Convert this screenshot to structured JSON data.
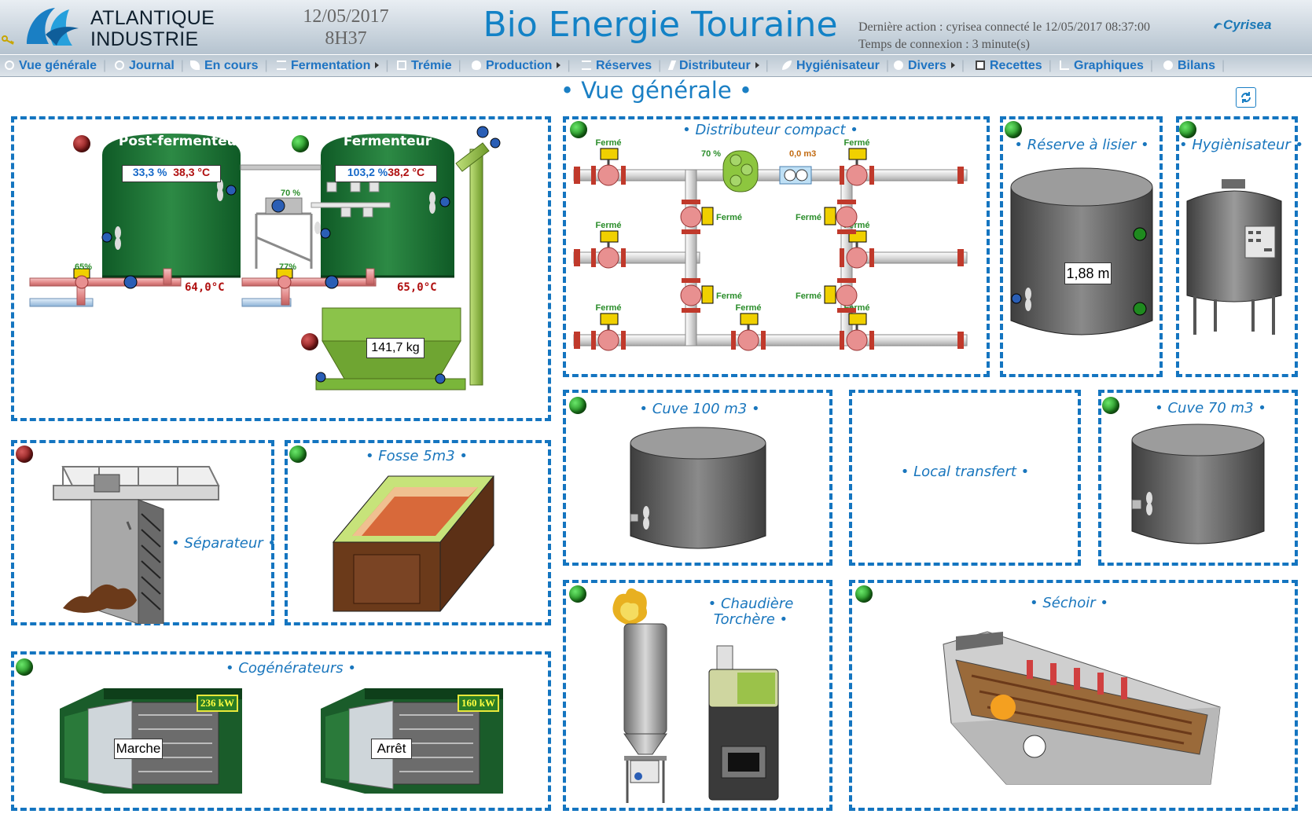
{
  "header": {
    "company_line1": "ATLANTIQUE",
    "company_line2": "INDUSTRIE",
    "date": "12/05/2017",
    "time": "8H37",
    "title": "Bio Energie Touraine",
    "last_action": "Dernière action : cyrisea connecté le 12/05/2017 08:37:00",
    "connection_time": "Temps de connexion : 3 minute(s)",
    "brand": "Cyrisea"
  },
  "nav": [
    {
      "label": "Vue générale",
      "icon": "eye-icon"
    },
    {
      "label": "Journal",
      "icon": "clock-icon"
    },
    {
      "label": "En cours",
      "icon": "leaf-icon"
    },
    {
      "label": "Fermentation",
      "icon": "waves-icon",
      "submenu": true
    },
    {
      "label": "Trémie",
      "icon": "hopper-icon"
    },
    {
      "label": "Production",
      "icon": "flame-icon",
      "submenu": true
    },
    {
      "label": "Réserves",
      "icon": "waves-icon"
    },
    {
      "label": "Distributeur",
      "icon": "bolt-icon",
      "submenu": true
    },
    {
      "label": "Hygiénisateur",
      "icon": "feather-icon"
    },
    {
      "label": "Divers",
      "icon": "globe-icon",
      "submenu": true
    },
    {
      "label": "Recettes",
      "icon": "edit-icon"
    },
    {
      "label": "Graphiques",
      "icon": "chart-icon"
    },
    {
      "label": "Bilans",
      "icon": "pie-icon"
    }
  ],
  "page_title": "• Vue générale •",
  "fermentation": {
    "post_fermenteur": {
      "label": "Post-fermenteur",
      "level": "33,3 %",
      "temp": "38,3 °C",
      "valve_pct": "65%",
      "pipe_temp": "64,0°C",
      "status": "red"
    },
    "fermenteur": {
      "label": "Fermenteur",
      "level": "103,2 %",
      "temp": "38,2 °C",
      "valve_pct": "77%",
      "pipe_temp": "65,0°C",
      "mixer_pct": "70 %",
      "status": "green"
    },
    "tremie": {
      "weight": "141,7 kg",
      "status": "red"
    }
  },
  "distributeur": {
    "title": "• Distributeur compact •",
    "pump_pct": "70 %",
    "flow": "0,0 m3",
    "valve_state": "Fermé",
    "status": "green"
  },
  "reserve_lisier": {
    "title": "• Réserve à lisier •",
    "level": "1,88 m",
    "status": "green"
  },
  "hygienisateur": {
    "title": "• Hygiènisateur •",
    "status": "green"
  },
  "separateur": {
    "title": "• Séparateur •",
    "status": "red"
  },
  "fosse": {
    "title": "• Fosse 5m3 •",
    "status": "green"
  },
  "cuve100": {
    "title": "• Cuve 100 m3 •",
    "status": "green"
  },
  "local_transfert": {
    "title": "• Local transfert •"
  },
  "cuve70": {
    "title": "• Cuve 70 m3 •",
    "status": "green"
  },
  "cogenerateurs": {
    "title": "• Cogénérateurs •",
    "status": "green",
    "units": [
      {
        "power": "236 kW",
        "state": "Marche"
      },
      {
        "power": "160 kW",
        "state": "Arrêt"
      }
    ]
  },
  "chaudiere": {
    "title_line1": "• Chaudière",
    "title_line2": "Torchère •",
    "status": "green"
  },
  "sechoir": {
    "title": "• Séchoir •",
    "status": "green"
  }
}
